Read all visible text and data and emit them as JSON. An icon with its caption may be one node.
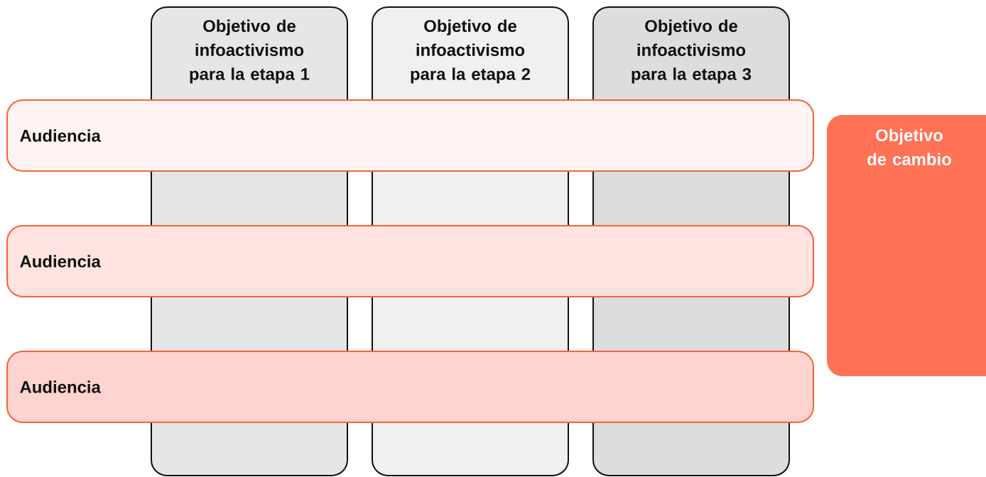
{
  "diagram": {
    "nodes": [
      {
        "text": [
          "Objetivo de infoactivismo para la etapa 1"
        ]
      },
      {
        "text": [
          "Objetivo de infoactivismo para la etapa 2"
        ]
      },
      {
        "text": [
          "Objetivo de infoactivismo para la etapa 3"
        ]
      },
      {
        "text": [
          "Audiencia"
        ]
      },
      {
        "text": [
          "Audiencia"
        ]
      },
      {
        "text": [
          "Audiencia"
        ]
      },
      {
        "text": [
          "Objetivo de cambio"
        ]
      }
    ]
  }
}
